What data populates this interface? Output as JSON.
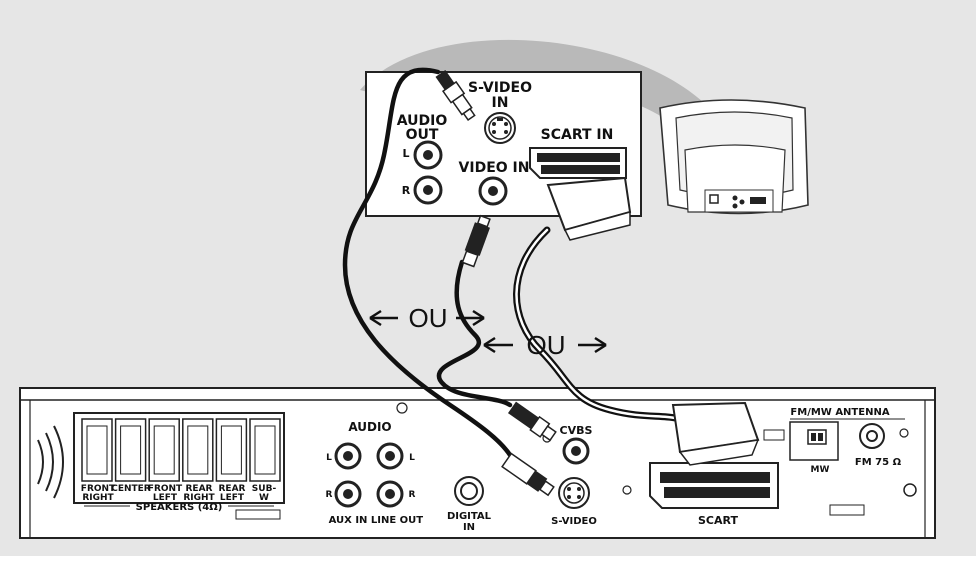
{
  "tv_panel": {
    "svideo_in": [
      "S-VIDEO",
      "IN"
    ],
    "audio_out": [
      "AUDIO",
      "OUT"
    ],
    "scart_in": "SCART IN",
    "video_in": "VIDEO IN",
    "left": "L",
    "right": "R"
  },
  "alternatives": {
    "or_1": "OU",
    "or_2": "OU"
  },
  "receiver": {
    "speakers": {
      "title": "SPEAKERS (4Ω)",
      "labels": [
        [
          "FRONT",
          "RIGHT"
        ],
        [
          "CENTER",
          ""
        ],
        [
          "FRONT",
          "LEFT"
        ],
        [
          "REAR",
          "RIGHT"
        ],
        [
          "REAR",
          "LEFT"
        ],
        [
          "SUB-",
          "W"
        ]
      ]
    },
    "audio": "AUDIO",
    "l": "L",
    "r": "R",
    "aux_in": "AUX IN",
    "line_out": "LINE OUT",
    "digital_in": [
      "DIGITAL",
      "IN"
    ],
    "cvbs": "CVBS",
    "svideo": "S-VIDEO",
    "scart": "SCART",
    "antenna": "FM/MW ANTENNA",
    "mw": "MW",
    "fm": "FM  75 Ω"
  }
}
